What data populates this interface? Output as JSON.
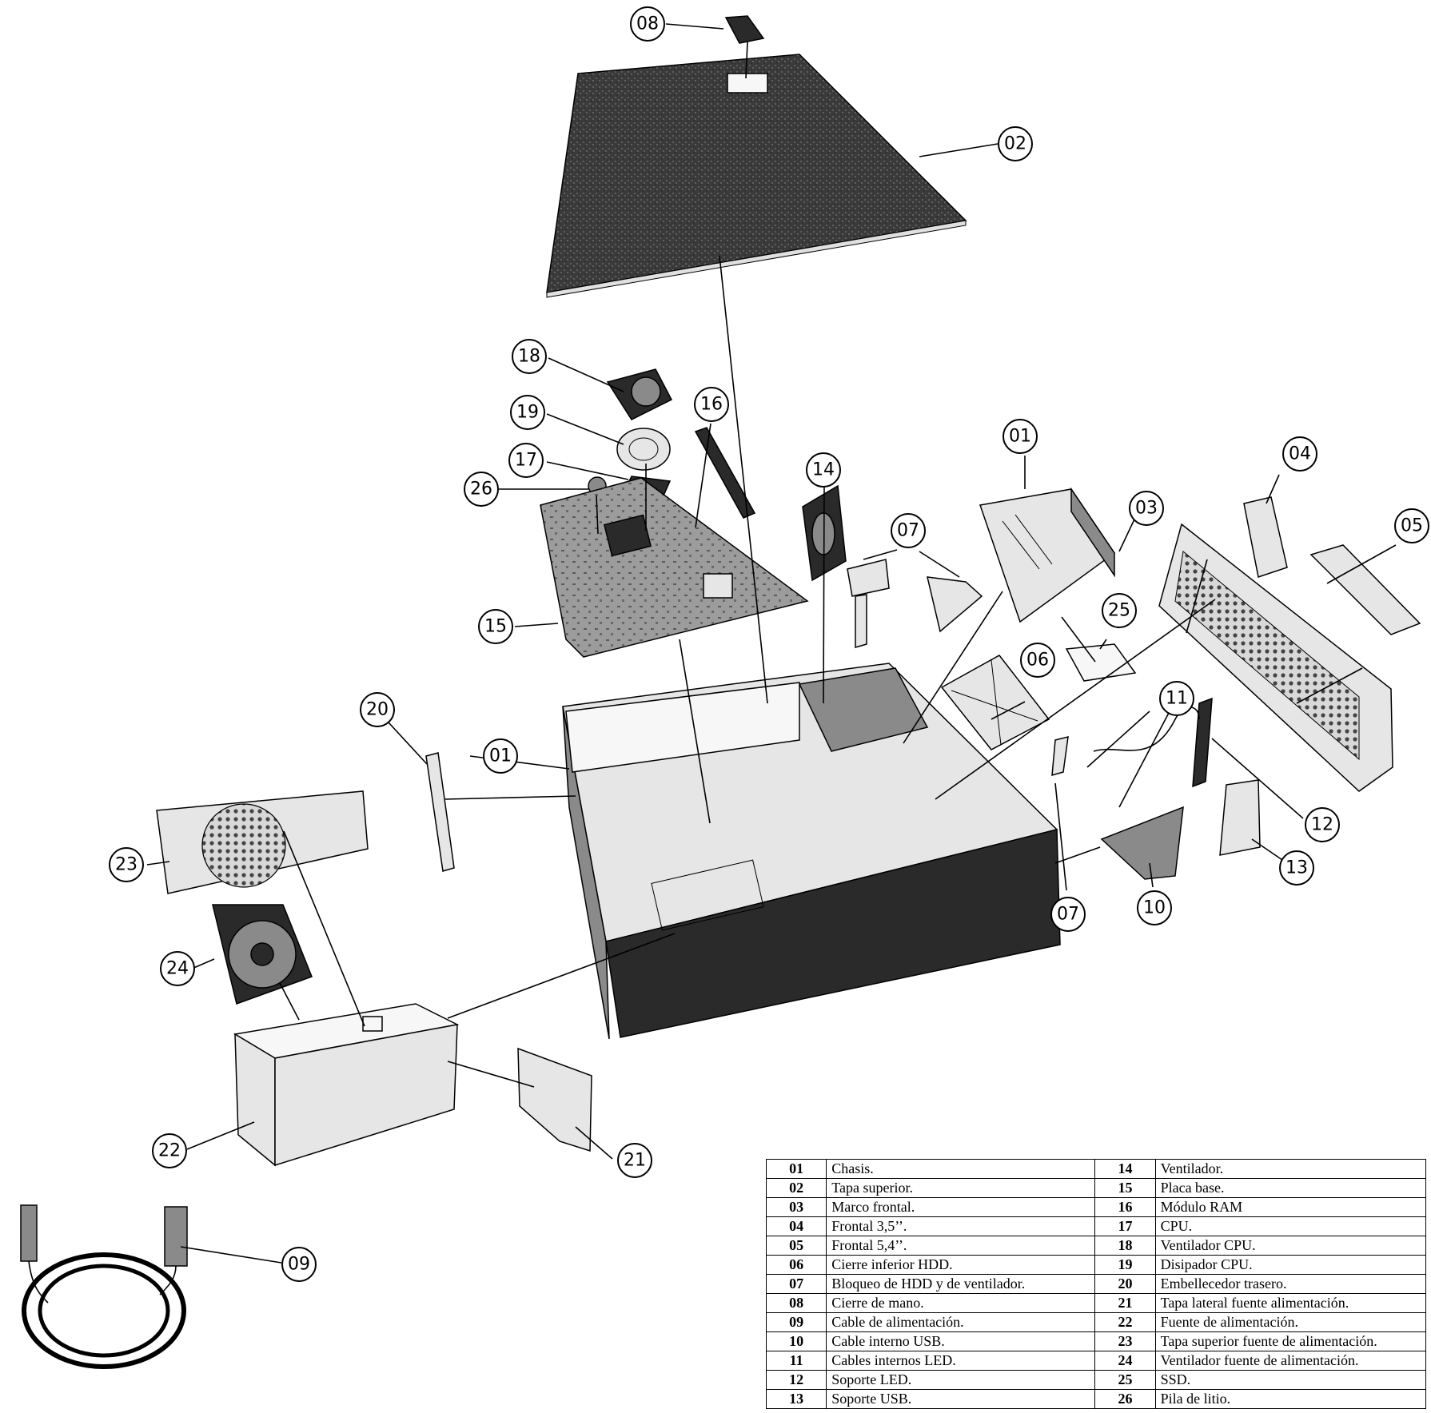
{
  "callouts": [
    {
      "id": "01"
    },
    {
      "id": "01"
    },
    {
      "id": "02"
    },
    {
      "id": "03"
    },
    {
      "id": "04"
    },
    {
      "id": "05"
    },
    {
      "id": "06"
    },
    {
      "id": "07"
    },
    {
      "id": "07"
    },
    {
      "id": "08"
    },
    {
      "id": "09"
    },
    {
      "id": "10"
    },
    {
      "id": "11"
    },
    {
      "id": "12"
    },
    {
      "id": "13"
    },
    {
      "id": "14"
    },
    {
      "id": "15"
    },
    {
      "id": "16"
    },
    {
      "id": "17"
    },
    {
      "id": "18"
    },
    {
      "id": "19"
    },
    {
      "id": "20"
    },
    {
      "id": "21"
    },
    {
      "id": "22"
    },
    {
      "id": "23"
    },
    {
      "id": "24"
    },
    {
      "id": "25"
    },
    {
      "id": "26"
    }
  ],
  "legend": [
    {
      "left": {
        "num": "01",
        "desc": "Chasis."
      },
      "right": {
        "num": "14",
        "desc": "Ventilador."
      }
    },
    {
      "left": {
        "num": "02",
        "desc": "Tapa superior."
      },
      "right": {
        "num": "15",
        "desc": "Placa base."
      }
    },
    {
      "left": {
        "num": "03",
        "desc": "Marco frontal."
      },
      "right": {
        "num": "16",
        "desc": "Módulo RAM"
      }
    },
    {
      "left": {
        "num": "04",
        "desc": "Frontal 3,5’’."
      },
      "right": {
        "num": "17",
        "desc": "CPU."
      }
    },
    {
      "left": {
        "num": "05",
        "desc": "Frontal 5,4’’."
      },
      "right": {
        "num": "18",
        "desc": "Ventilador CPU."
      }
    },
    {
      "left": {
        "num": "06",
        "desc": "Cierre inferior HDD."
      },
      "right": {
        "num": "19",
        "desc": "Disipador CPU."
      }
    },
    {
      "left": {
        "num": "07",
        "desc": "Bloqueo de HDD y de ventilador."
      },
      "right": {
        "num": "20",
        "desc": "Embellecedor trasero."
      }
    },
    {
      "left": {
        "num": "08",
        "desc": "Cierre de mano."
      },
      "right": {
        "num": "21",
        "desc": "Tapa lateral fuente alimentación."
      }
    },
    {
      "left": {
        "num": "09",
        "desc": "Cable de alimentación."
      },
      "right": {
        "num": "22",
        "desc": "Fuente de alimentación."
      }
    },
    {
      "left": {
        "num": "10",
        "desc": "Cable interno USB."
      },
      "right": {
        "num": "23",
        "desc": "Tapa superior fuente de alimentación."
      }
    },
    {
      "left": {
        "num": "11",
        "desc": "Cables internos LED."
      },
      "right": {
        "num": "24",
        "desc": "Ventilador fuente de alimentación."
      }
    },
    {
      "left": {
        "num": "12",
        "desc": "Soporte LED."
      },
      "right": {
        "num": "25",
        "desc": "SSD."
      }
    },
    {
      "left": {
        "num": "13",
        "desc": "Soporte USB."
      },
      "right": {
        "num": "26",
        "desc": "Pila de litio."
      }
    }
  ]
}
